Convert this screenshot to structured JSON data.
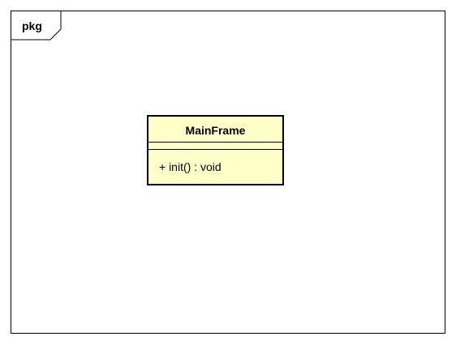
{
  "diagram": {
    "package": {
      "label": "pkg"
    },
    "class": {
      "name": "MainFrame",
      "attributes": [],
      "operations": [
        "+ init() : void"
      ],
      "fill_color": "#ffffc8",
      "border_color": "#000000"
    }
  }
}
